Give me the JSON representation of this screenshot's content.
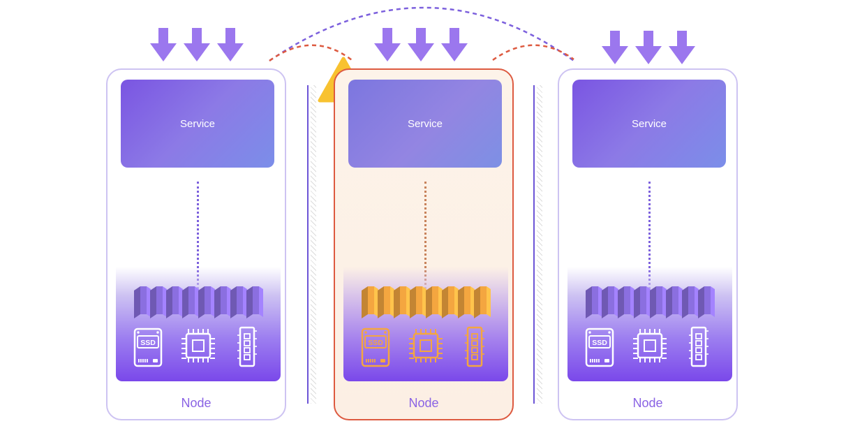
{
  "nodes": [
    {
      "id": "node-1",
      "label": "Node",
      "service_label": "Service",
      "state": "healthy"
    },
    {
      "id": "node-2",
      "label": "Node",
      "service_label": "Service",
      "state": "failed"
    },
    {
      "id": "node-3",
      "label": "Node",
      "service_label": "Service",
      "state": "healthy"
    }
  ],
  "hardware": {
    "ssd_label": "SSD"
  },
  "colors": {
    "healthy_accent": "#7c60dd",
    "failed_accent": "#dd5a40",
    "hardware_orange": "#f4a640",
    "warning_yellow": "#f8c230",
    "arrow_purple": "#9b77ee"
  },
  "icons": {
    "traffic": "arrow-down-icon",
    "warning": "warning-icon",
    "storage": "ssd-icon",
    "processor": "cpu-icon",
    "memory": "ram-icon",
    "ports": "network-ports-icon"
  }
}
